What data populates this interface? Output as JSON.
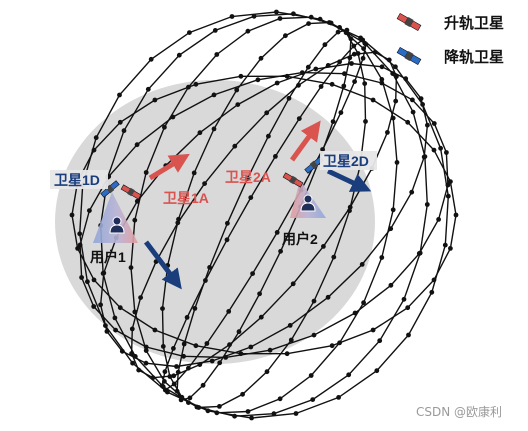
{
  "colors": {
    "ascending": "#d9534f",
    "descending": "#1a3d7c",
    "disc": "#d9d9d9",
    "mesh": "#111111",
    "beam_blue": "#8fa6d8",
    "beam_red": "#e69a9a"
  },
  "legend": {
    "ascending_label": "升轨卫星",
    "descending_label": "降轨卫星"
  },
  "satellites": {
    "sat_1d": "卫星1D",
    "sat_1a": "卫星1A",
    "sat_2a": "卫星2A",
    "sat_2d": "卫星2D"
  },
  "users": {
    "user_1": "用户1",
    "user_2": "用户2"
  },
  "icons": {
    "ascending_satellite": "satellite-icon-red",
    "descending_satellite": "satellite-icon-blue",
    "user": "user-icon"
  },
  "watermark": "CSDN @欧康利"
}
